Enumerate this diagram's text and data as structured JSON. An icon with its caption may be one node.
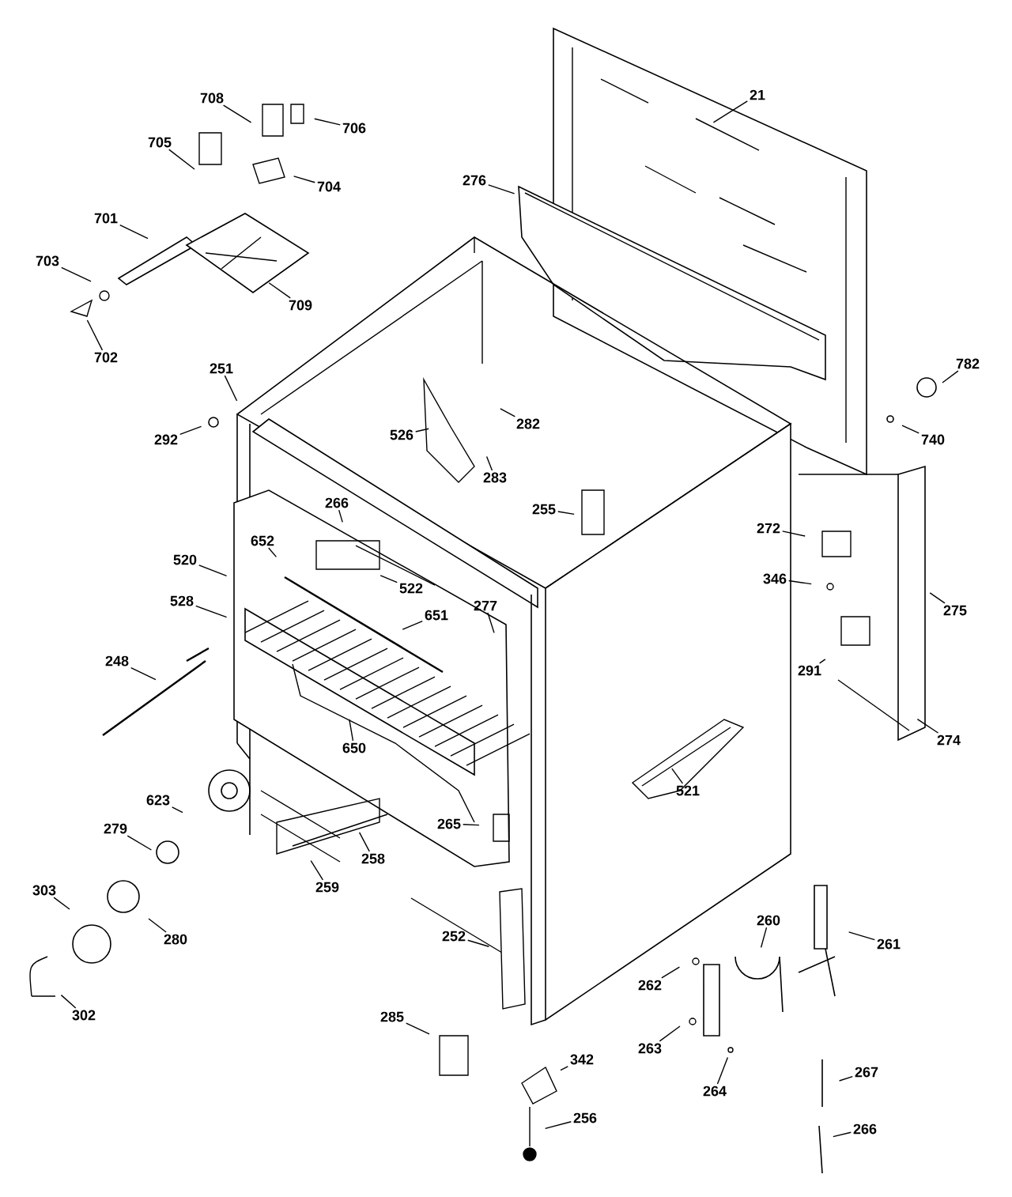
{
  "diagram": {
    "nodes": [
      {
        "text": [
          "21"
        ]
      },
      {
        "text": [
          "708"
        ]
      },
      {
        "text": [
          "706"
        ]
      },
      {
        "text": [
          "705"
        ]
      },
      {
        "text": [
          "276"
        ]
      },
      {
        "text": [
          "704"
        ]
      },
      {
        "text": [
          "701"
        ]
      },
      {
        "text": [
          "703"
        ]
      },
      {
        "text": [
          "709"
        ]
      },
      {
        "text": [
          "702"
        ]
      },
      {
        "text": [
          "782"
        ]
      },
      {
        "text": [
          "251"
        ]
      },
      {
        "text": [
          "282"
        ]
      },
      {
        "text": [
          "526"
        ]
      },
      {
        "text": [
          "292"
        ]
      },
      {
        "text": [
          "740"
        ]
      },
      {
        "text": [
          "283"
        ]
      },
      {
        "text": [
          "266"
        ]
      },
      {
        "text": [
          "255"
        ]
      },
      {
        "text": [
          "272"
        ]
      },
      {
        "text": [
          "652"
        ]
      },
      {
        "text": [
          "520"
        ]
      },
      {
        "text": [
          "346"
        ]
      },
      {
        "text": [
          "522"
        ]
      },
      {
        "text": [
          "528"
        ]
      },
      {
        "text": [
          "277"
        ]
      },
      {
        "text": [
          "275"
        ]
      },
      {
        "text": [
          "651"
        ]
      },
      {
        "text": [
          "248"
        ]
      },
      {
        "text": [
          "291"
        ]
      },
      {
        "text": [
          "274"
        ]
      },
      {
        "text": [
          "650"
        ]
      },
      {
        "text": [
          "521"
        ]
      },
      {
        "text": [
          "623"
        ]
      },
      {
        "text": [
          "265"
        ]
      },
      {
        "text": [
          "279"
        ]
      },
      {
        "text": [
          "258"
        ]
      },
      {
        "text": [
          "259"
        ]
      },
      {
        "text": [
          "303"
        ]
      },
      {
        "text": [
          "260"
        ]
      },
      {
        "text": [
          "252"
        ]
      },
      {
        "text": [
          "280"
        ]
      },
      {
        "text": [
          "261"
        ]
      },
      {
        "text": [
          "262"
        ]
      },
      {
        "text": [
          "302"
        ]
      },
      {
        "text": [
          "285"
        ]
      },
      {
        "text": [
          "263"
        ]
      },
      {
        "text": [
          "342"
        ]
      },
      {
        "text": [
          "267"
        ]
      },
      {
        "text": [
          "264"
        ]
      },
      {
        "text": [
          "256"
        ]
      },
      {
        "text": [
          "266"
        ]
      }
    ],
    "edges": [
      {
        "from": 0,
        "to": null,
        "arrow": "none"
      },
      {
        "from": 1,
        "to": null,
        "arrow": "none"
      },
      {
        "from": 2,
        "to": null,
        "arrow": "none"
      },
      {
        "from": 3,
        "to": null,
        "arrow": "none"
      },
      {
        "from": 4,
        "to": null,
        "arrow": "none"
      },
      {
        "from": 5,
        "to": null,
        "arrow": "none"
      },
      {
        "from": 6,
        "to": null,
        "arrow": "none"
      },
      {
        "from": 7,
        "to": null,
        "arrow": "none"
      },
      {
        "from": 8,
        "to": null,
        "arrow": "none"
      },
      {
        "from": 9,
        "to": null,
        "arrow": "none"
      },
      {
        "from": 10,
        "to": null,
        "arrow": "none"
      },
      {
        "from": 11,
        "to": null,
        "arrow": "none"
      },
      {
        "from": 12,
        "to": null,
        "arrow": "none"
      },
      {
        "from": 13,
        "to": null,
        "arrow": "none"
      },
      {
        "from": 14,
        "to": null,
        "arrow": "none"
      },
      {
        "from": 15,
        "to": null,
        "arrow": "none"
      },
      {
        "from": 16,
        "to": null,
        "arrow": "none"
      },
      {
        "from": 17,
        "to": null,
        "arrow": "none"
      },
      {
        "from": 18,
        "to": null,
        "arrow": "none"
      },
      {
        "from": 19,
        "to": null,
        "arrow": "none"
      },
      {
        "from": 20,
        "to": null,
        "arrow": "none"
      },
      {
        "from": 21,
        "to": null,
        "arrow": "none"
      },
      {
        "from": 22,
        "to": null,
        "arrow": "none"
      },
      {
        "from": 23,
        "to": null,
        "arrow": "none"
      },
      {
        "from": 24,
        "to": null,
        "arrow": "none"
      },
      {
        "from": 25,
        "to": null,
        "arrow": "none"
      },
      {
        "from": 26,
        "to": null,
        "arrow": "none"
      },
      {
        "from": 27,
        "to": null,
        "arrow": "none"
      },
      {
        "from": 28,
        "to": null,
        "arrow": "none"
      },
      {
        "from": 29,
        "to": null,
        "arrow": "none"
      },
      {
        "from": 30,
        "to": null,
        "arrow": "none"
      },
      {
        "from": 31,
        "to": null,
        "arrow": "none"
      },
      {
        "from": 32,
        "to": null,
        "arrow": "none"
      },
      {
        "from": 33,
        "to": null,
        "arrow": "none"
      },
      {
        "from": 34,
        "to": null,
        "arrow": "none"
      },
      {
        "from": 35,
        "to": null,
        "arrow": "none"
      },
      {
        "from": 36,
        "to": null,
        "arrow": "none"
      },
      {
        "from": 37,
        "to": null,
        "arrow": "none"
      },
      {
        "from": 38,
        "to": null,
        "arrow": "none"
      },
      {
        "from": 39,
        "to": null,
        "arrow": "none"
      },
      {
        "from": 40,
        "to": null,
        "arrow": "none"
      },
      {
        "from": 41,
        "to": null,
        "arrow": "none"
      },
      {
        "from": 42,
        "to": null,
        "arrow": "none"
      },
      {
        "from": 43,
        "to": null,
        "arrow": "none"
      },
      {
        "from": 44,
        "to": null,
        "arrow": "none"
      },
      {
        "from": 45,
        "to": null,
        "arrow": "none"
      },
      {
        "from": 46,
        "to": null,
        "arrow": "none"
      },
      {
        "from": 47,
        "to": null,
        "arrow": "none"
      },
      {
        "from": 48,
        "to": null,
        "arrow": "none"
      },
      {
        "from": 49,
        "to": null,
        "arrow": "none"
      },
      {
        "from": 50,
        "to": null,
        "arrow": "none"
      },
      {
        "from": 51,
        "to": null,
        "arrow": "none"
      }
    ]
  }
}
